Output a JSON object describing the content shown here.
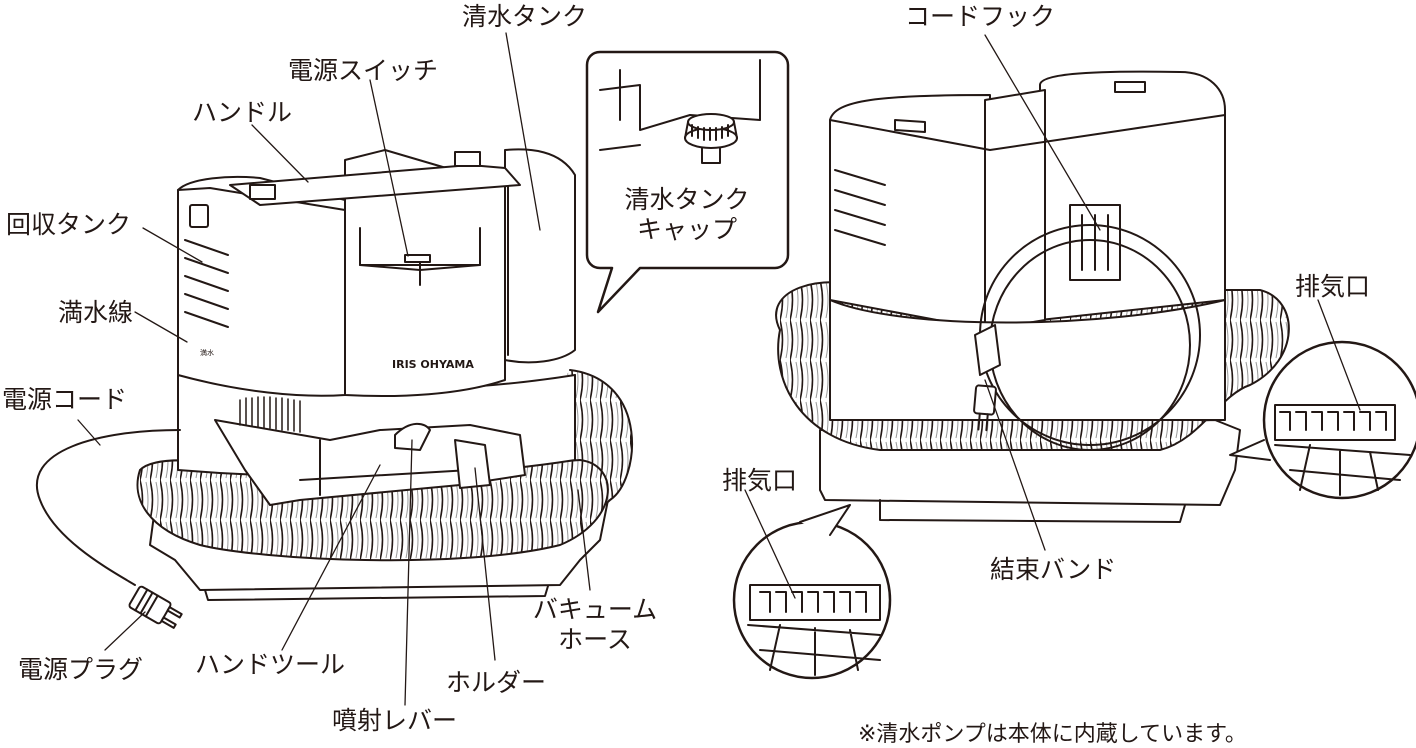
{
  "labels": {
    "clean_water_tank": "清水タンク",
    "power_switch": "電源スイッチ",
    "handle": "ハンドル",
    "recovery_tank": "回収タンク",
    "full_water_line": "満水線",
    "power_cord": "電源コード",
    "power_plug": "電源プラグ",
    "hand_tool": "ハンドツール",
    "spray_lever": "噴射レバー",
    "holder": "ホルダー",
    "vacuum_hose_line1": "バキューム",
    "vacuum_hose_line2": "ホース",
    "tank_cap_line1": "清水タンク",
    "tank_cap_line2": "キャップ",
    "cord_hook": "コードフック",
    "exhaust_right": "排気口",
    "exhaust_left": "排気口",
    "binding_band": "結束バンド"
  },
  "brand_text": "IRIS OHYAMA",
  "full_line_mark": "満水",
  "footnote": "※清水ポンプは本体に内蔵しています。",
  "colors": {
    "line": "#231815",
    "body_fill": "#ffffff",
    "shade": "#d9d9d9"
  }
}
